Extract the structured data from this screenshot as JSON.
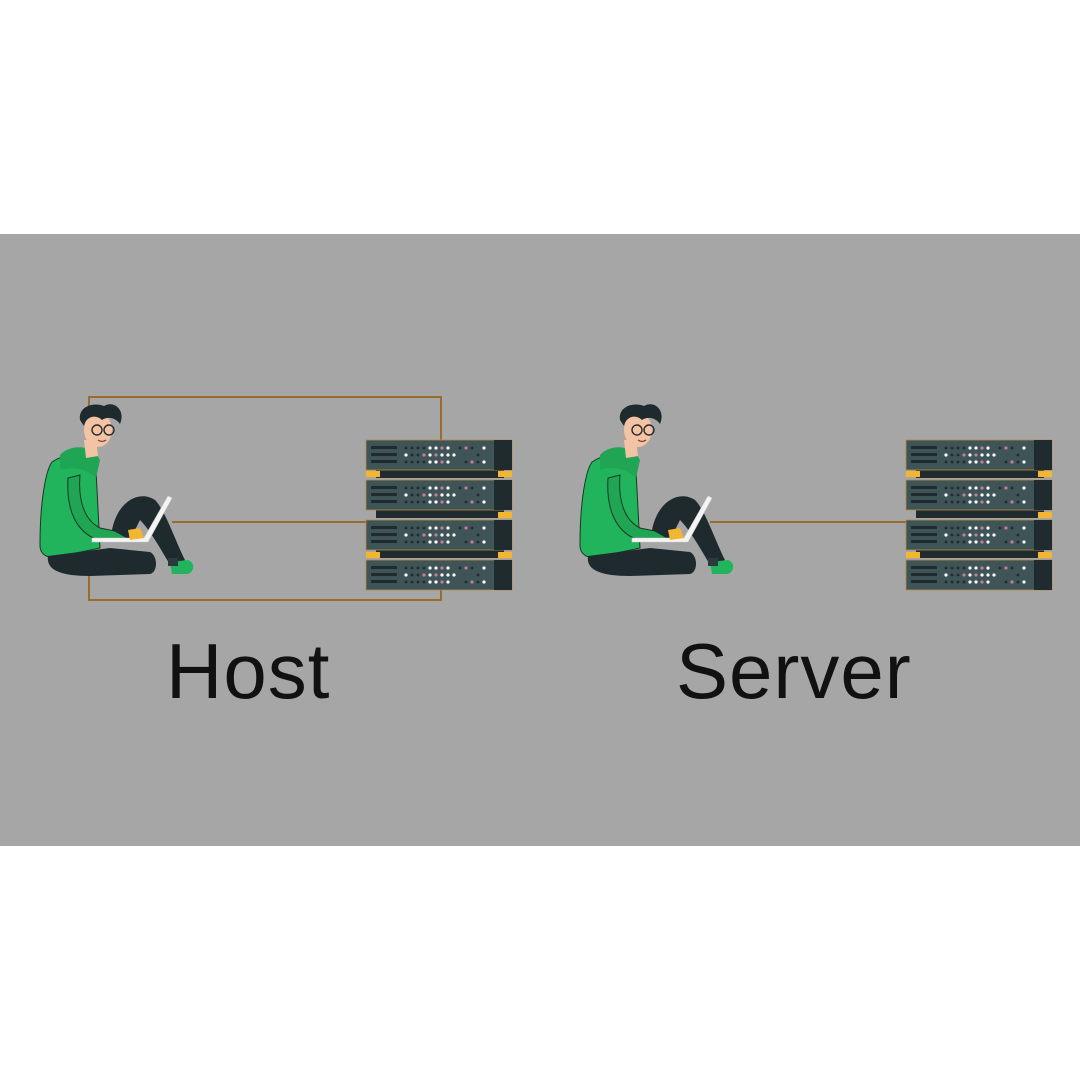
{
  "diagrams": [
    {
      "id": "host",
      "label": "Host",
      "figure": "person-with-laptop",
      "device": "server-rack",
      "connection": "loop-around-and-direct"
    },
    {
      "id": "server",
      "label": "Server",
      "figure": "person-with-laptop",
      "device": "server-rack",
      "connection": "direct"
    }
  ],
  "colors": {
    "background": "#a6a6a6",
    "wire": "#9a6b2e",
    "hoodie": "#22b45c",
    "pants": "#1e2a2d",
    "rack": "#3e5457",
    "rack_dark": "#1f2b2e",
    "accent": "#f2b632",
    "led_white": "#ffffff",
    "led_pink": "#c77a9a"
  }
}
